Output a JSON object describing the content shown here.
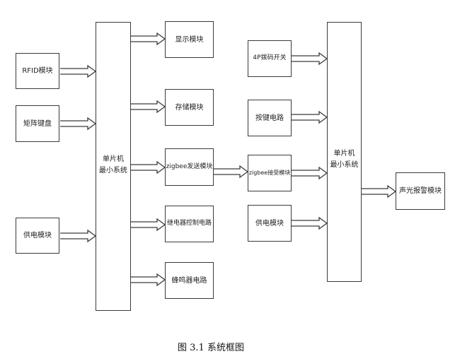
{
  "diagram": {
    "type": "block-diagram",
    "left_mcu": {
      "label_line1": "单片机",
      "label_line2": "最小系统"
    },
    "right_mcu": {
      "label_line1": "单片机",
      "label_line2": "最小系统"
    },
    "left_inputs": [
      {
        "id": "rfid",
        "label": "RFID模块"
      },
      {
        "id": "keypad",
        "label": "矩阵键盘"
      },
      {
        "id": "power-left",
        "label": "供电模块"
      }
    ],
    "left_outputs": [
      {
        "id": "display",
        "label": "显示模块"
      },
      {
        "id": "storage",
        "label": "存储模块"
      },
      {
        "id": "zigbee-tx",
        "label": "zigbee发送模块"
      },
      {
        "id": "relay",
        "label": "继电器控制电路"
      },
      {
        "id": "buzzer",
        "label": "蜂鸣器电路"
      }
    ],
    "right_inputs": [
      {
        "id": "dip-switch",
        "label": "4P拨码开关"
      },
      {
        "id": "button",
        "label": "按键电路"
      },
      {
        "id": "zigbee-rx",
        "label": "zigbee接受模块"
      },
      {
        "id": "power-right",
        "label": "供电模块"
      }
    ],
    "right_outputs": [
      {
        "id": "alarm",
        "label": "声光报警模块"
      }
    ],
    "edges": [
      {
        "from": "rfid",
        "to": "left_mcu"
      },
      {
        "from": "keypad",
        "to": "left_mcu"
      },
      {
        "from": "power-left",
        "to": "left_mcu"
      },
      {
        "from": "left_mcu",
        "to": "display"
      },
      {
        "from": "left_mcu",
        "to": "storage"
      },
      {
        "from": "left_mcu",
        "to": "zigbee-tx"
      },
      {
        "from": "left_mcu",
        "to": "relay"
      },
      {
        "from": "left_mcu",
        "to": "buzzer"
      },
      {
        "from": "zigbee-tx",
        "to": "zigbee-rx"
      },
      {
        "from": "dip-switch",
        "to": "right_mcu"
      },
      {
        "from": "button",
        "to": "right_mcu"
      },
      {
        "from": "zigbee-rx",
        "to": "right_mcu"
      },
      {
        "from": "power-right",
        "to": "right_mcu"
      },
      {
        "from": "right_mcu",
        "to": "alarm"
      }
    ],
    "caption": "图 3.1  系统框图"
  }
}
